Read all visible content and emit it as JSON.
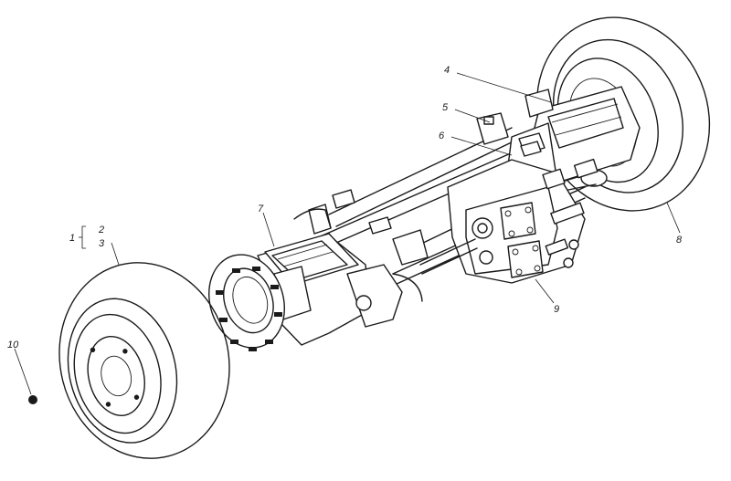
{
  "callouts": [
    {
      "id": "1",
      "text": "1"
    },
    {
      "id": "2",
      "text": "2"
    },
    {
      "id": "3",
      "text": "3"
    },
    {
      "id": "4",
      "text": "4"
    },
    {
      "id": "5",
      "text": "5"
    },
    {
      "id": "6",
      "text": "6"
    },
    {
      "id": "7",
      "text": "7"
    },
    {
      "id": "8",
      "text": "8"
    },
    {
      "id": "9",
      "text": "9"
    },
    {
      "id": "10",
      "text": "10"
    }
  ],
  "colors": {
    "ink": "#1a1a1a",
    "paper": "#ffffff"
  },
  "icons": [
    "wheel-tire",
    "axle-housing",
    "gearbox",
    "flange-plate",
    "fastener-ball"
  ]
}
